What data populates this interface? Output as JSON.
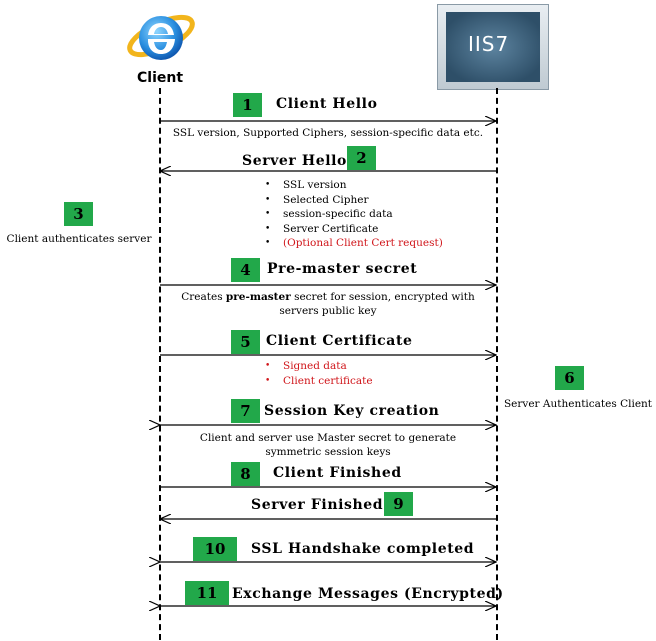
{
  "client": {
    "label": "Client"
  },
  "server": {
    "logo_text": "IIS7"
  },
  "steps": [
    {
      "num": "1",
      "title": "Client Hello",
      "note": "SSL version, Supported Ciphers, session-specific data etc."
    },
    {
      "num": "2",
      "title": "Server Hello",
      "bullets": [
        "SSL version",
        "Selected Cipher",
        "session-specific data",
        "Server Certificate"
      ],
      "optional": "(Optional Client Cert request)"
    },
    {
      "num": "3",
      "side_label": "Client authenticates server"
    },
    {
      "num": "4",
      "title": "Pre-master secret",
      "note_before": "Creates ",
      "note_bold": "pre-master",
      "note_after": " secret for session, encrypted with servers public key"
    },
    {
      "num": "5",
      "title": "Client Certificate",
      "bullets": [
        "Signed data",
        "Client certificate"
      ]
    },
    {
      "num": "6",
      "side_label": "Server Authenticates Client"
    },
    {
      "num": "7",
      "title": "Session Key creation",
      "note": "Client and server use Master secret to generate symmetric session keys"
    },
    {
      "num": "8",
      "title": "Client Finished"
    },
    {
      "num": "9",
      "title": "Server Finished"
    },
    {
      "num": "10",
      "title": "SSL Handshake completed"
    },
    {
      "num": "11",
      "title": "Exchange Messages (Encrypted)"
    }
  ],
  "colors": {
    "badge": "#22a84a",
    "accent_red": "#d0161b"
  }
}
